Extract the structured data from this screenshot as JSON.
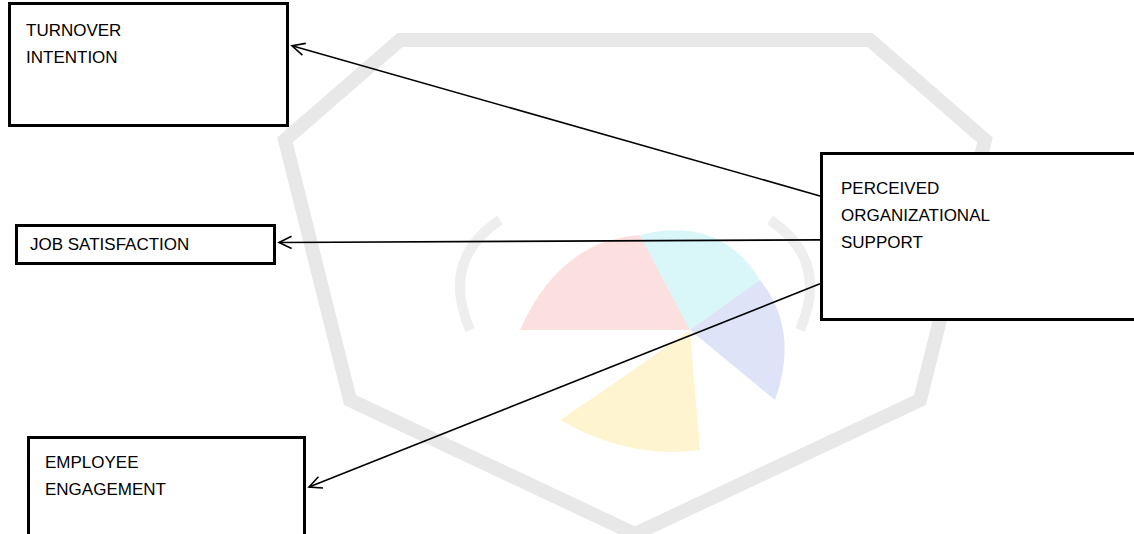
{
  "diagram": {
    "nodes": [
      {
        "text": [
          "TURNOVER INTENTION"
        ]
      },
      {
        "text": [
          "JOB SATISFACTION"
        ]
      },
      {
        "text": [
          "EMPLOYEE ENGAGEMENT"
        ]
      },
      {
        "text": [
          "PERCEIVED ORGANIZATIONAL SUPPORT"
        ]
      }
    ],
    "edges": [
      {
        "from": 3,
        "to": 0,
        "arrow": "to"
      },
      {
        "from": 3,
        "to": 1,
        "arrow": "to"
      },
      {
        "from": 3,
        "to": 2,
        "arrow": "to"
      }
    ]
  }
}
